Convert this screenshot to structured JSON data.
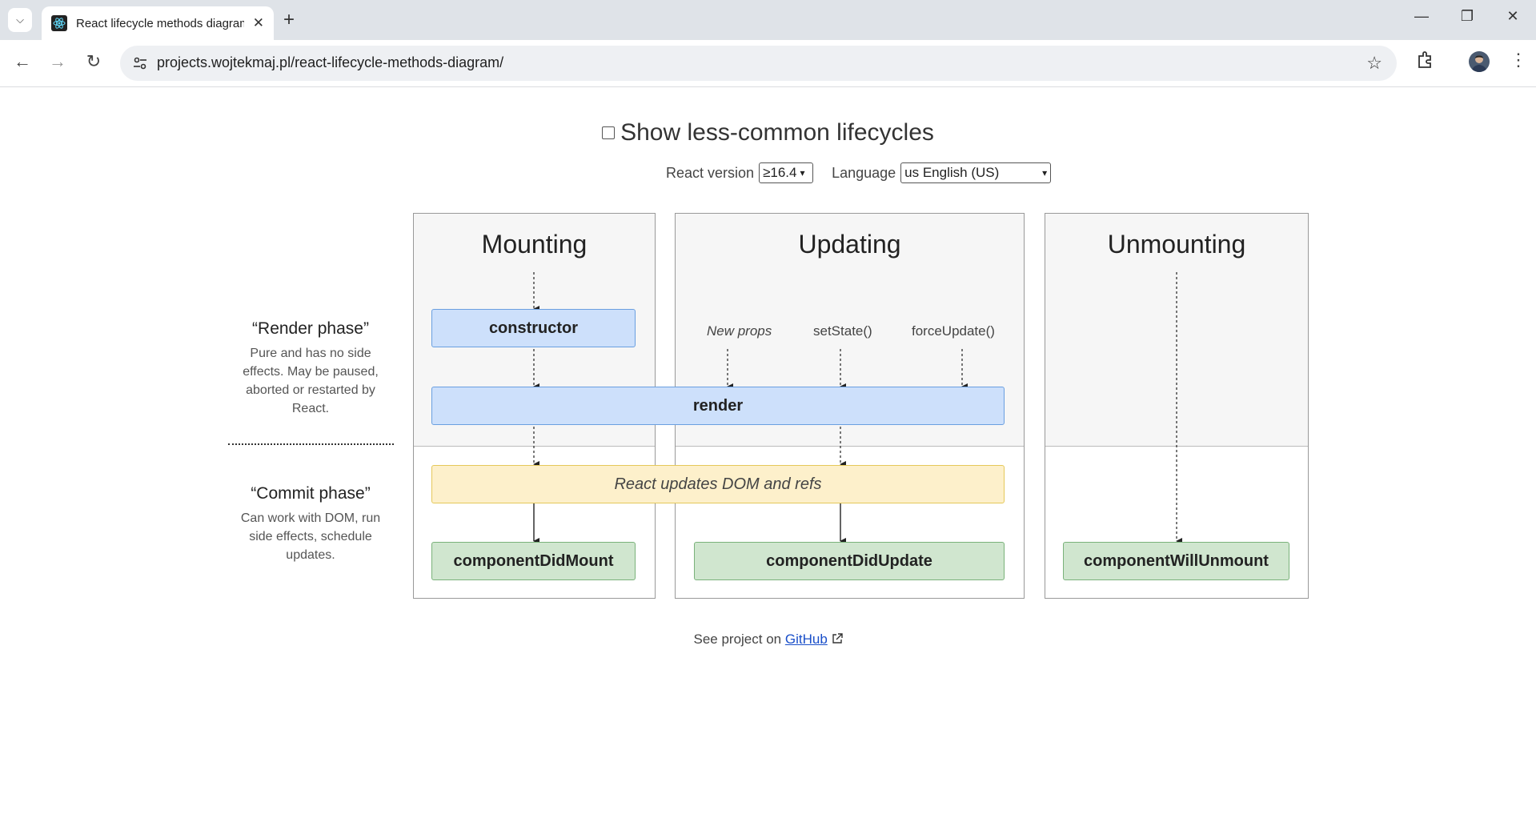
{
  "browser": {
    "tab_title": "React lifecycle methods diagram",
    "url": "projects.wojtekmaj.pl/react-lifecycle-methods-diagram/"
  },
  "controls": {
    "show_less_common": "Show less-common lifecycles",
    "react_version_label": "React version",
    "react_version_value": "≥16.4",
    "language_label": "Language",
    "language_value": "us English (US)"
  },
  "phases": {
    "render_title": "“Render phase”",
    "render_desc": "Pure and has no side effects. May be paused, aborted or restarted by React.",
    "commit_title": "“Commit phase”",
    "commit_desc": "Can work with DOM, run side effects, schedule updates."
  },
  "columns": {
    "mounting": "Mounting",
    "updating": "Updating",
    "unmounting": "Unmounting"
  },
  "triggers": {
    "new_props": "New props",
    "set_state": "setState()",
    "force_update": "forceUpdate()"
  },
  "methods": {
    "constructor": "constructor",
    "render": "render",
    "dom_update": "React updates DOM and refs",
    "did_mount": "componentDidMount",
    "did_update": "componentDidUpdate",
    "will_unmount": "componentWillUnmount"
  },
  "footer": {
    "prefix": "See project on",
    "link": "GitHub"
  }
}
